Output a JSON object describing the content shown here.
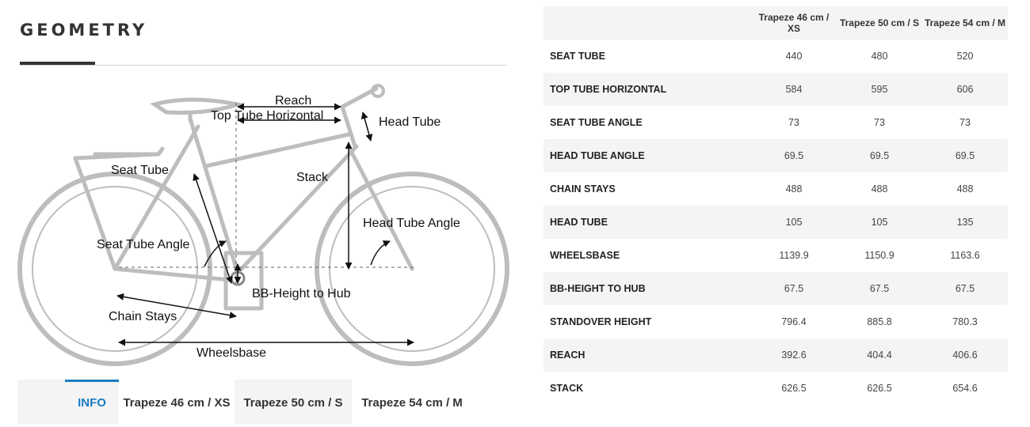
{
  "title": "GEOMETRY",
  "diagram_labels": {
    "reach": "Reach",
    "top_tube": "Top Tube Horizontal",
    "head_tube": "Head Tube",
    "seat_tube": "Seat Tube",
    "stack": "Stack",
    "head_tube_angle": "Head Tube Angle",
    "seat_tube_angle": "Seat Tube Angle",
    "bb_height": "BB-Height to Hub",
    "chain_stays": "Chain Stays",
    "wheelsbase": "Wheelsbase"
  },
  "tabs": [
    "INFO",
    "Trapeze 46 cm / XS",
    "Trapeze 50 cm / S",
    "Trapeze 54 cm / M"
  ],
  "table": {
    "headers": [
      "",
      "Trapeze 46 cm / XS",
      "Trapeze 50 cm / S",
      "Trapeze 54 cm / M"
    ],
    "rows": [
      {
        "label": "SEAT TUBE",
        "values": [
          "440",
          "480",
          "520"
        ]
      },
      {
        "label": "TOP TUBE HORIZONTAL",
        "values": [
          "584",
          "595",
          "606"
        ]
      },
      {
        "label": "SEAT TUBE ANGLE",
        "values": [
          "73",
          "73",
          "73"
        ]
      },
      {
        "label": "HEAD TUBE ANGLE",
        "values": [
          "69.5",
          "69.5",
          "69.5"
        ]
      },
      {
        "label": "CHAIN STAYS",
        "values": [
          "488",
          "488",
          "488"
        ]
      },
      {
        "label": "HEAD TUBE",
        "values": [
          "105",
          "105",
          "135"
        ]
      },
      {
        "label": "WHEELSBASE",
        "values": [
          "1139.9",
          "1150.9",
          "1163.6"
        ]
      },
      {
        "label": "BB-HEIGHT TO HUB",
        "values": [
          "67.5",
          "67.5",
          "67.5"
        ]
      },
      {
        "label": "STANDOVER HEIGHT",
        "values": [
          "796.4",
          "885.8",
          "780.3"
        ]
      },
      {
        "label": "REACH",
        "values": [
          "392.6",
          "404.4",
          "406.6"
        ]
      },
      {
        "label": "STACK",
        "values": [
          "626.5",
          "626.5",
          "654.6"
        ]
      }
    ]
  },
  "colors": {
    "accent": "#1a7cc1",
    "frame": "#b5b5b5",
    "text": "#222222"
  }
}
